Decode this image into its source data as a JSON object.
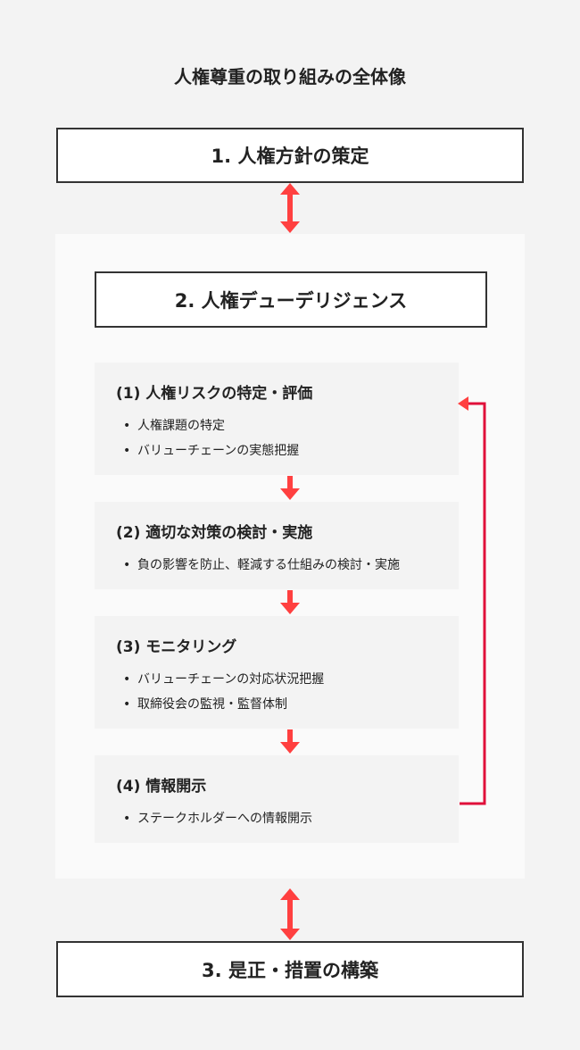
{
  "title": "人権尊重の取り組みの全体像",
  "box1": "1. 人権方針の策定",
  "box2": "2. 人権デューデリジェンス",
  "box3": "3. 是正・措置の構築",
  "steps": [
    {
      "heading": "(1) 人権リスクの特定・評価",
      "items": [
        "人権課題の特定",
        "バリューチェーンの実態把握"
      ]
    },
    {
      "heading": "(2) 適切な対策の検討・実施",
      "items": [
        "負の影響を防止、軽減する仕組みの検討・実施"
      ]
    },
    {
      "heading": "(3) モニタリング",
      "items": [
        "バリューチェーンの対応状況把握",
        "取締役会の監視・監督体制"
      ]
    },
    {
      "heading": "(4) 情報開示",
      "items": [
        "ステークホルダーへの情報開示"
      ]
    }
  ],
  "colors": {
    "arrow": "#ff4040",
    "loop": "#e0103a"
  }
}
